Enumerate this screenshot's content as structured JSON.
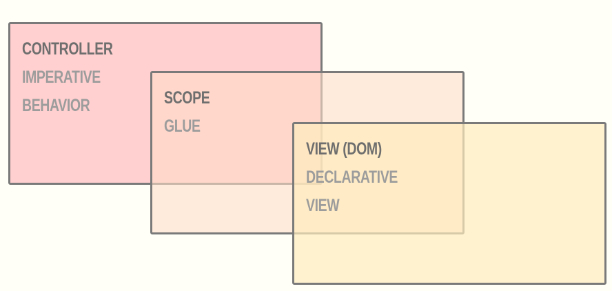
{
  "boxes": {
    "controller": {
      "title": "CONTROLLER",
      "lines": [
        "IMPERATIVE",
        "BEHAVIOR"
      ],
      "color": "#ffc8c8"
    },
    "scope": {
      "title": "SCOPE",
      "lines": [
        "GLUE"
      ],
      "color": "#ffdec8"
    },
    "view": {
      "title": "VIEW (DOM)",
      "lines": [
        "DECLARATIVE",
        "VIEW"
      ],
      "color": "#ffecbe"
    }
  },
  "colors": {
    "background": "#fffff8",
    "border": "#7a7a7a",
    "title_text": "#6e6e6e",
    "body_text": "#9c9c9c"
  }
}
